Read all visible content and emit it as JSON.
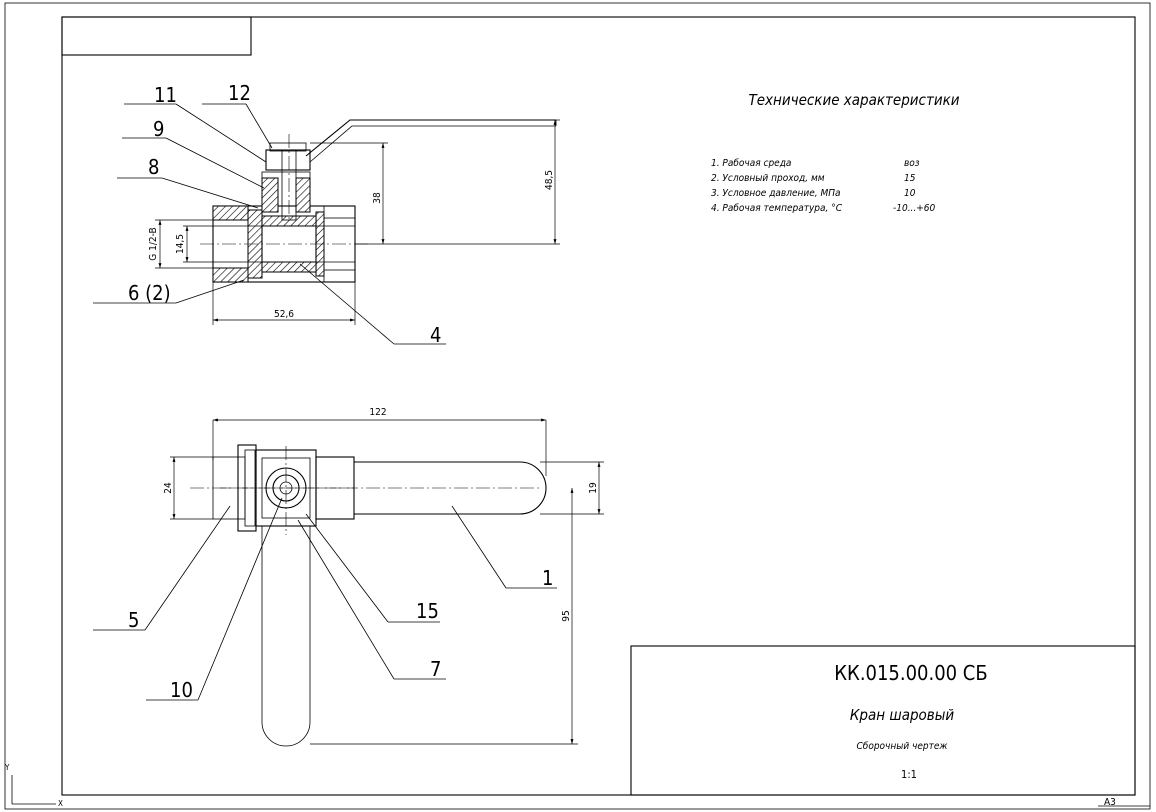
{
  "tech": {
    "title": "Технические характеристики",
    "rows": [
      {
        "label": "1. Рабочая среда",
        "value": "воз"
      },
      {
        "label": "2. Условный проход, мм",
        "value": "15"
      },
      {
        "label": "3. Условное давление, МПа",
        "value": "10"
      },
      {
        "label": "4. Рабочая температура, °С",
        "value": "-10...+60"
      }
    ]
  },
  "title_block": {
    "code": "КК.015.00.00 СБ",
    "name": "Кран шаровый",
    "doc_type": "Сборочный чертеж",
    "scale": "1:1"
  },
  "format": "А3",
  "axes": {
    "y": "Y",
    "x": "X"
  },
  "callouts": {
    "c11": "11",
    "c12": "12",
    "c9": "9",
    "c8": "8",
    "c6": "6 (2)",
    "c4": "4",
    "c5": "5",
    "c1": "1",
    "c15": "15",
    "c7": "7",
    "c10": "10"
  },
  "dims": {
    "d38": "38",
    "d485": "48,5",
    "d526": "52,6",
    "d145": "14,5",
    "dthread": "G 1/2-B",
    "d122": "122",
    "d24": "24",
    "d19": "19",
    "d95": "95"
  }
}
